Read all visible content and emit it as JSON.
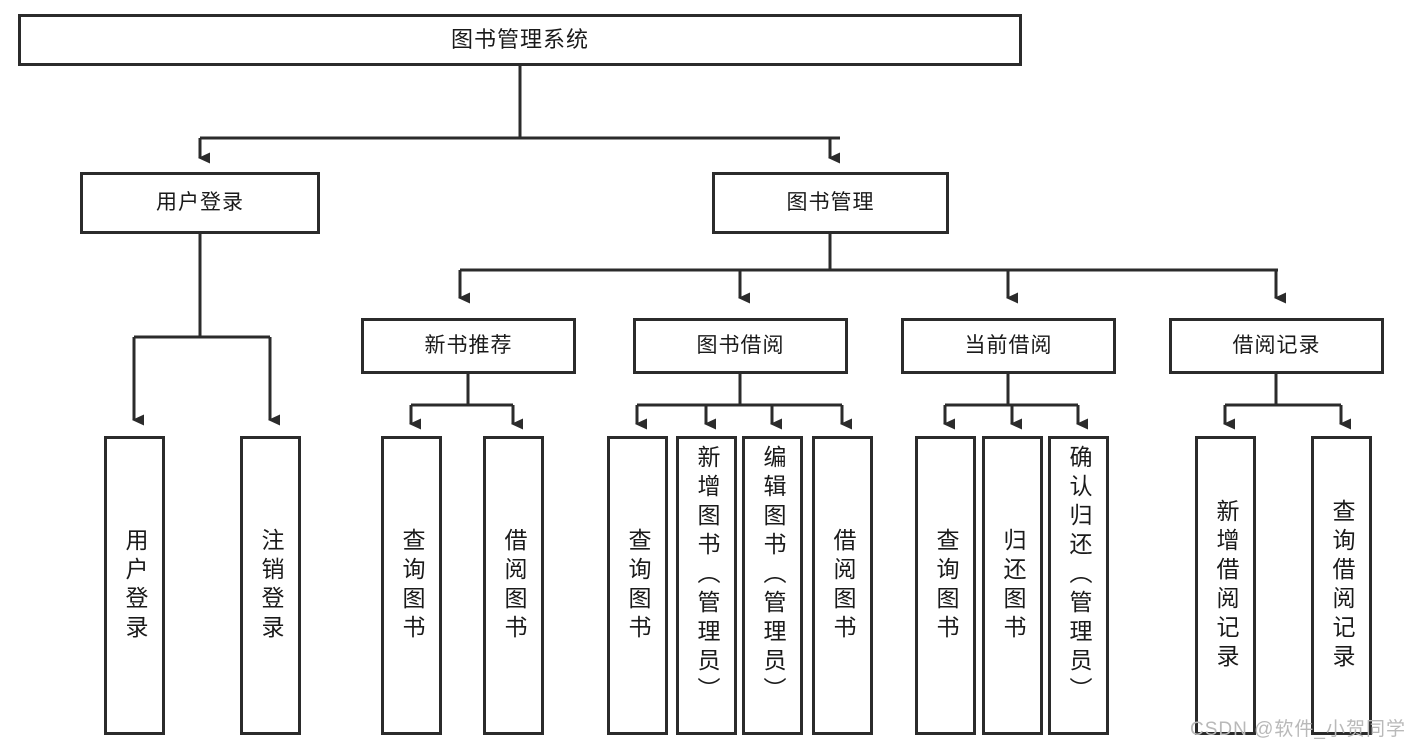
{
  "diagram": {
    "title": "图书管理系统",
    "type": "tree",
    "root": {
      "label": "图书管理系统"
    },
    "level1": [
      {
        "id": "user-login",
        "label": "用户登录"
      },
      {
        "id": "book-manage",
        "label": "图书管理"
      }
    ],
    "level2": [
      {
        "id": "new-book-recommend",
        "label": "新书推荐",
        "parent": "book-manage"
      },
      {
        "id": "book-borrow",
        "label": "图书借阅",
        "parent": "book-manage"
      },
      {
        "id": "current-borrow",
        "label": "当前借阅",
        "parent": "book-manage"
      },
      {
        "id": "borrow-record",
        "label": "借阅记录",
        "parent": "book-manage"
      }
    ],
    "leaves": [
      {
        "id": "leaf-user-login",
        "label": "用户登录",
        "parent": "user-login"
      },
      {
        "id": "leaf-logout",
        "label": "注销登录",
        "parent": "user-login"
      },
      {
        "id": "leaf-query-book-1",
        "label": "查询图书",
        "parent": "new-book-recommend"
      },
      {
        "id": "leaf-borrow-book-1",
        "label": "借阅图书",
        "parent": "new-book-recommend"
      },
      {
        "id": "leaf-query-book-2",
        "label": "查询图书",
        "parent": "book-borrow"
      },
      {
        "id": "leaf-add-book",
        "label": "新增图书（管理员）",
        "parent": "book-borrow"
      },
      {
        "id": "leaf-edit-book",
        "label": "编辑图书（管理员）",
        "parent": "book-borrow"
      },
      {
        "id": "leaf-borrow-book-2",
        "label": "借阅图书",
        "parent": "book-borrow"
      },
      {
        "id": "leaf-query-book-3",
        "label": "查询图书",
        "parent": "current-borrow"
      },
      {
        "id": "leaf-return-book",
        "label": "归还图书",
        "parent": "current-borrow"
      },
      {
        "id": "leaf-confirm-return",
        "label": "确认归还（管理员）",
        "parent": "current-borrow"
      },
      {
        "id": "leaf-add-record",
        "label": "新增借阅记录",
        "parent": "borrow-record"
      },
      {
        "id": "leaf-query-record",
        "label": "查询借阅记录",
        "parent": "borrow-record"
      }
    ],
    "colors": {
      "border": "#2b2b2b",
      "background": "#ffffff",
      "text": "#1a1a1a",
      "connector": "#2b2b2b",
      "watermark": "#b9b9b9"
    }
  },
  "watermark": {
    "text": "CSDN @软件_小贺同学"
  }
}
